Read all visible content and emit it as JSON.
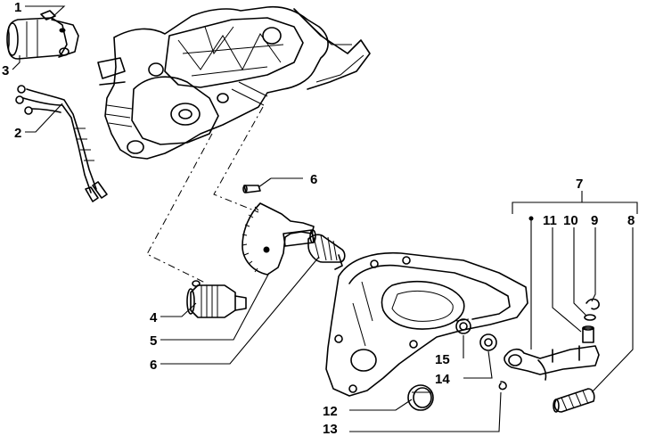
{
  "callouts": {
    "c1": "1",
    "c2": "2",
    "c3": "3",
    "c4": "4",
    "c5": "5",
    "c6a": "6",
    "c6b": "6",
    "c7": "7",
    "c8": "8",
    "c9": "9",
    "c10": "10",
    "c11": "11",
    "c12": "12",
    "c13": "13",
    "c14": "14",
    "c15": "15"
  }
}
